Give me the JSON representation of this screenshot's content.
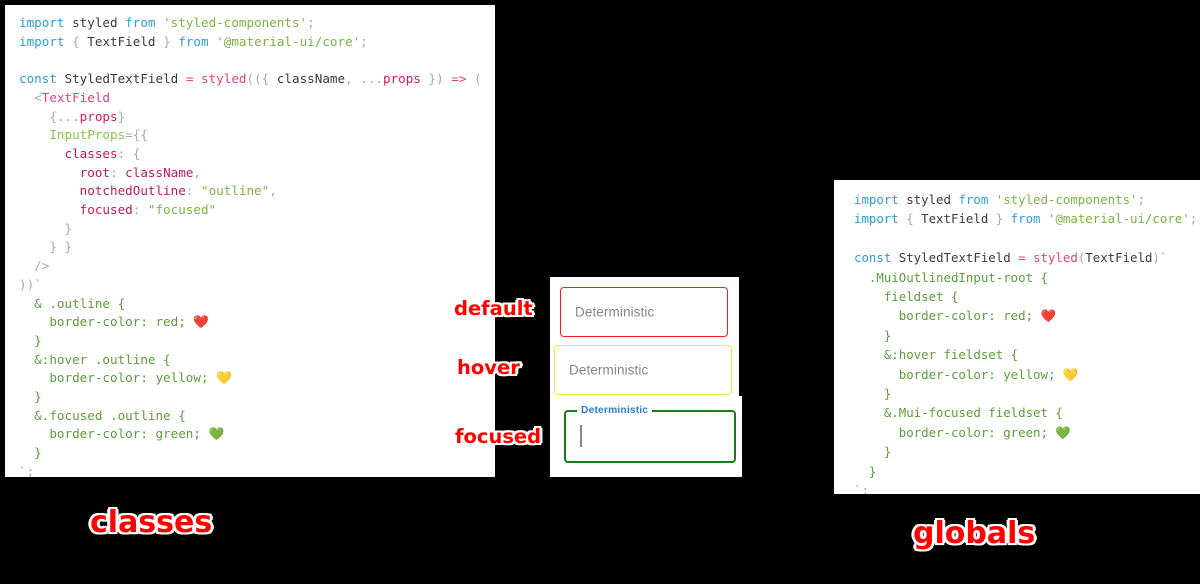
{
  "panels": {
    "classes": {
      "title": "classes",
      "code": [
        [
          {
            "t": "import ",
            "c": "tok-kw"
          },
          {
            "t": "styled ",
            "c": "tok-plain"
          },
          {
            "t": "from ",
            "c": "tok-kw"
          },
          {
            "t": "'styled-components'",
            "c": "tok-str"
          },
          {
            "t": ";",
            "c": "tok-punc"
          }
        ],
        [
          {
            "t": "import ",
            "c": "tok-kw"
          },
          {
            "t": "{ ",
            "c": "tok-punc"
          },
          {
            "t": "TextField",
            "c": "tok-plain"
          },
          {
            "t": " } ",
            "c": "tok-punc"
          },
          {
            "t": "from ",
            "c": "tok-kw"
          },
          {
            "t": "'@material-ui/core'",
            "c": "tok-str"
          },
          {
            "t": ";",
            "c": "tok-punc"
          }
        ],
        [],
        [
          {
            "t": "const ",
            "c": "tok-kw"
          },
          {
            "t": "StyledTextField ",
            "c": "tok-plain"
          },
          {
            "t": "= ",
            "c": "tok-fn"
          },
          {
            "t": "styled",
            "c": "tok-fn"
          },
          {
            "t": "((",
            "c": "tok-punc"
          },
          {
            "t": "{ ",
            "c": "tok-punc"
          },
          {
            "t": "className",
            "c": "tok-plain"
          },
          {
            "t": ", ",
            "c": "tok-punc"
          },
          {
            "t": "...",
            "c": "tok-punc"
          },
          {
            "t": "props",
            "c": "tok-var"
          },
          {
            "t": " }) ",
            "c": "tok-punc"
          },
          {
            "t": "=> ",
            "c": "tok-fn"
          },
          {
            "t": "(",
            "c": "tok-punc"
          }
        ],
        [
          {
            "t": "  <",
            "c": "tok-punc"
          },
          {
            "t": "TextField",
            "c": "tok-tag"
          }
        ],
        [
          {
            "t": "    {",
            "c": "tok-punc"
          },
          {
            "t": "...",
            "c": "tok-punc"
          },
          {
            "t": "props",
            "c": "tok-var"
          },
          {
            "t": "}",
            "c": "tok-punc"
          }
        ],
        [
          {
            "t": "    InputProps",
            "c": "tok-attr"
          },
          {
            "t": "={{",
            "c": "tok-punc"
          }
        ],
        [
          {
            "t": "      classes",
            "c": "tok-prop"
          },
          {
            "t": ": {",
            "c": "tok-punc"
          }
        ],
        [
          {
            "t": "        root",
            "c": "tok-prop"
          },
          {
            "t": ": ",
            "c": "tok-punc"
          },
          {
            "t": "className",
            "c": "tok-prop"
          },
          {
            "t": ",",
            "c": "tok-punc"
          }
        ],
        [
          {
            "t": "        notchedOutline",
            "c": "tok-prop"
          },
          {
            "t": ": ",
            "c": "tok-punc"
          },
          {
            "t": "\"outline\"",
            "c": "tok-str"
          },
          {
            "t": ",",
            "c": "tok-punc"
          }
        ],
        [
          {
            "t": "        focused",
            "c": "tok-prop"
          },
          {
            "t": ": ",
            "c": "tok-punc"
          },
          {
            "t": "\"focused\"",
            "c": "tok-str"
          }
        ],
        [
          {
            "t": "      }",
            "c": "tok-punc"
          }
        ],
        [
          {
            "t": "    } }",
            "c": "tok-punc"
          }
        ],
        [
          {
            "t": "  />",
            "c": "tok-punc"
          }
        ],
        [
          {
            "t": "))`",
            "c": "tok-punc"
          }
        ],
        [
          {
            "t": "  & .outline {",
            "c": "tok-sel"
          }
        ],
        [
          {
            "t": "    border-color: red; ",
            "c": "tok-sel"
          },
          {
            "t": "❤️",
            "c": "tok-plain"
          }
        ],
        [
          {
            "t": "  }",
            "c": "tok-sel"
          }
        ],
        [
          {
            "t": "  &:hover .outline {",
            "c": "tok-sel"
          }
        ],
        [
          {
            "t": "    border-color: yellow; ",
            "c": "tok-sel"
          },
          {
            "t": "💛",
            "c": "tok-plain"
          }
        ],
        [
          {
            "t": "  }",
            "c": "tok-sel"
          }
        ],
        [
          {
            "t": "  &.focused .outline {",
            "c": "tok-sel"
          }
        ],
        [
          {
            "t": "    border-color: green; ",
            "c": "tok-sel"
          },
          {
            "t": "💚",
            "c": "tok-plain"
          }
        ],
        [
          {
            "t": "  }",
            "c": "tok-sel"
          }
        ],
        [
          {
            "t": "`;",
            "c": "tok-punc"
          }
        ]
      ]
    },
    "globals": {
      "title": "globals",
      "code": [
        [
          {
            "t": "import ",
            "c": "tok-kw"
          },
          {
            "t": "styled ",
            "c": "tok-plain"
          },
          {
            "t": "from ",
            "c": "tok-kw"
          },
          {
            "t": "'styled-components'",
            "c": "tok-str"
          },
          {
            "t": ";",
            "c": "tok-punc"
          }
        ],
        [
          {
            "t": "import ",
            "c": "tok-kw"
          },
          {
            "t": "{ ",
            "c": "tok-punc"
          },
          {
            "t": "TextField",
            "c": "tok-plain"
          },
          {
            "t": " } ",
            "c": "tok-punc"
          },
          {
            "t": "from ",
            "c": "tok-kw"
          },
          {
            "t": "'@material-ui/core'",
            "c": "tok-str"
          },
          {
            "t": ";",
            "c": "tok-punc"
          }
        ],
        [],
        [
          {
            "t": "const ",
            "c": "tok-kw"
          },
          {
            "t": "StyledTextField ",
            "c": "tok-plain"
          },
          {
            "t": "= ",
            "c": "tok-fn"
          },
          {
            "t": "styled",
            "c": "tok-fn"
          },
          {
            "t": "(",
            "c": "tok-punc"
          },
          {
            "t": "TextField",
            "c": "tok-plain"
          },
          {
            "t": ")`",
            "c": "tok-punc"
          }
        ],
        [
          {
            "t": "  .MuiOutlinedInput-root {",
            "c": "tok-sel"
          }
        ],
        [
          {
            "t": "    fieldset {",
            "c": "tok-sel"
          }
        ],
        [
          {
            "t": "      border-color: red; ",
            "c": "tok-sel"
          },
          {
            "t": "❤️",
            "c": "tok-plain"
          }
        ],
        [
          {
            "t": "    }",
            "c": "tok-sel"
          }
        ],
        [
          {
            "t": "    &:hover fieldset {",
            "c": "tok-sel"
          }
        ],
        [
          {
            "t": "      border-color: yellow; ",
            "c": "tok-sel"
          },
          {
            "t": "💛",
            "c": "tok-plain"
          }
        ],
        [
          {
            "t": "    }",
            "c": "tok-sel"
          }
        ],
        [
          {
            "t": "    &.Mui-focused fieldset {",
            "c": "tok-sel"
          }
        ],
        [
          {
            "t": "      border-color: green; ",
            "c": "tok-sel"
          },
          {
            "t": "💚",
            "c": "tok-plain"
          }
        ],
        [
          {
            "t": "    }",
            "c": "tok-sel"
          }
        ],
        [
          {
            "t": "  }",
            "c": "tok-sel"
          }
        ],
        [
          {
            "t": "`;",
            "c": "tok-punc"
          }
        ]
      ]
    }
  },
  "annotations": {
    "default": "default",
    "hover": "hover",
    "focused": "focused"
  },
  "demo": {
    "default_field": {
      "value": "Deterministic",
      "border_color": "#fb1d1d"
    },
    "hover_field": {
      "value": "Deterministic",
      "border_color": "#f5f02a"
    },
    "focused_field": {
      "label": "Deterministic",
      "value": "",
      "border_color": "#1b7a1b",
      "label_color": "#2a7fd4"
    }
  }
}
